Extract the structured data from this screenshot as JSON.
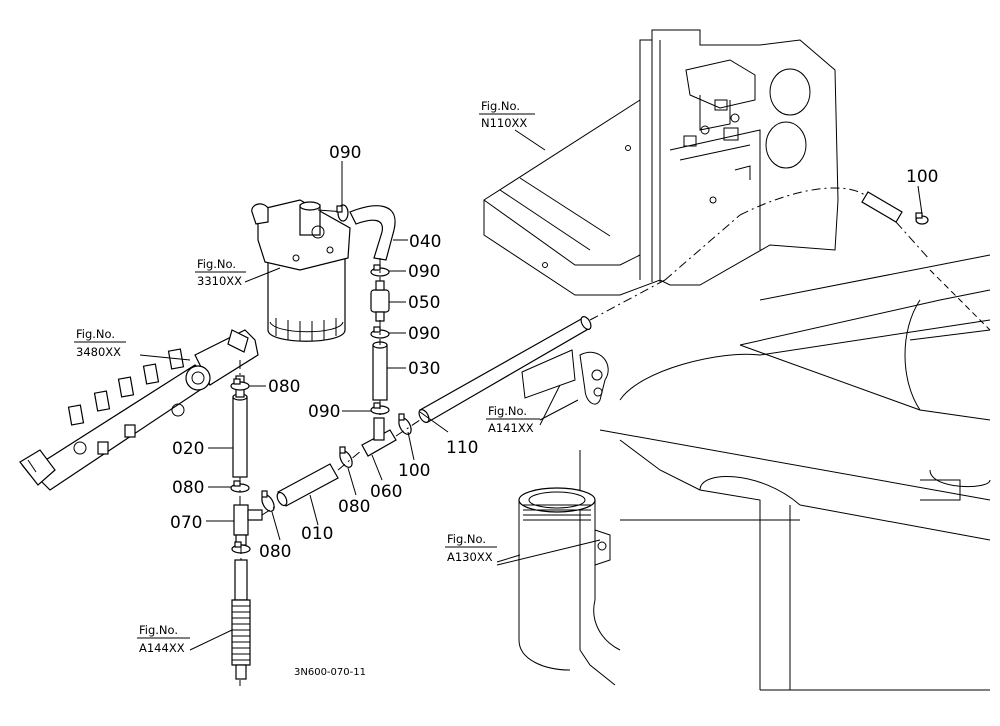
{
  "parts": {
    "p090_top": "090",
    "p040": "040",
    "p090_b": "090",
    "p050": "050",
    "p090_c": "090",
    "p030": "030",
    "p080_a": "080",
    "p090_d": "090",
    "p110": "110",
    "p020": "020",
    "p100_a": "100",
    "p060": "060",
    "p080_b": "080",
    "p080_c": "080",
    "p070": "070",
    "p010": "010",
    "p080_d": "080",
    "p100_top": "100"
  },
  "figs": {
    "n110": {
      "line1": "Fig.No.",
      "line2": "N110XX"
    },
    "f3310": {
      "line1": "Fig.No.",
      "line2": "3310XX"
    },
    "f3480": {
      "line1": "Fig.No.",
      "line2": "3480XX"
    },
    "a141": {
      "line1": "Fig.No.",
      "line2": "A141XX"
    },
    "a130": {
      "line1": "Fig.No.",
      "line2": "A130XX"
    },
    "a144": {
      "line1": "Fig.No.",
      "line2": "A144XX"
    }
  },
  "drawing_code": "3N600-070-11"
}
